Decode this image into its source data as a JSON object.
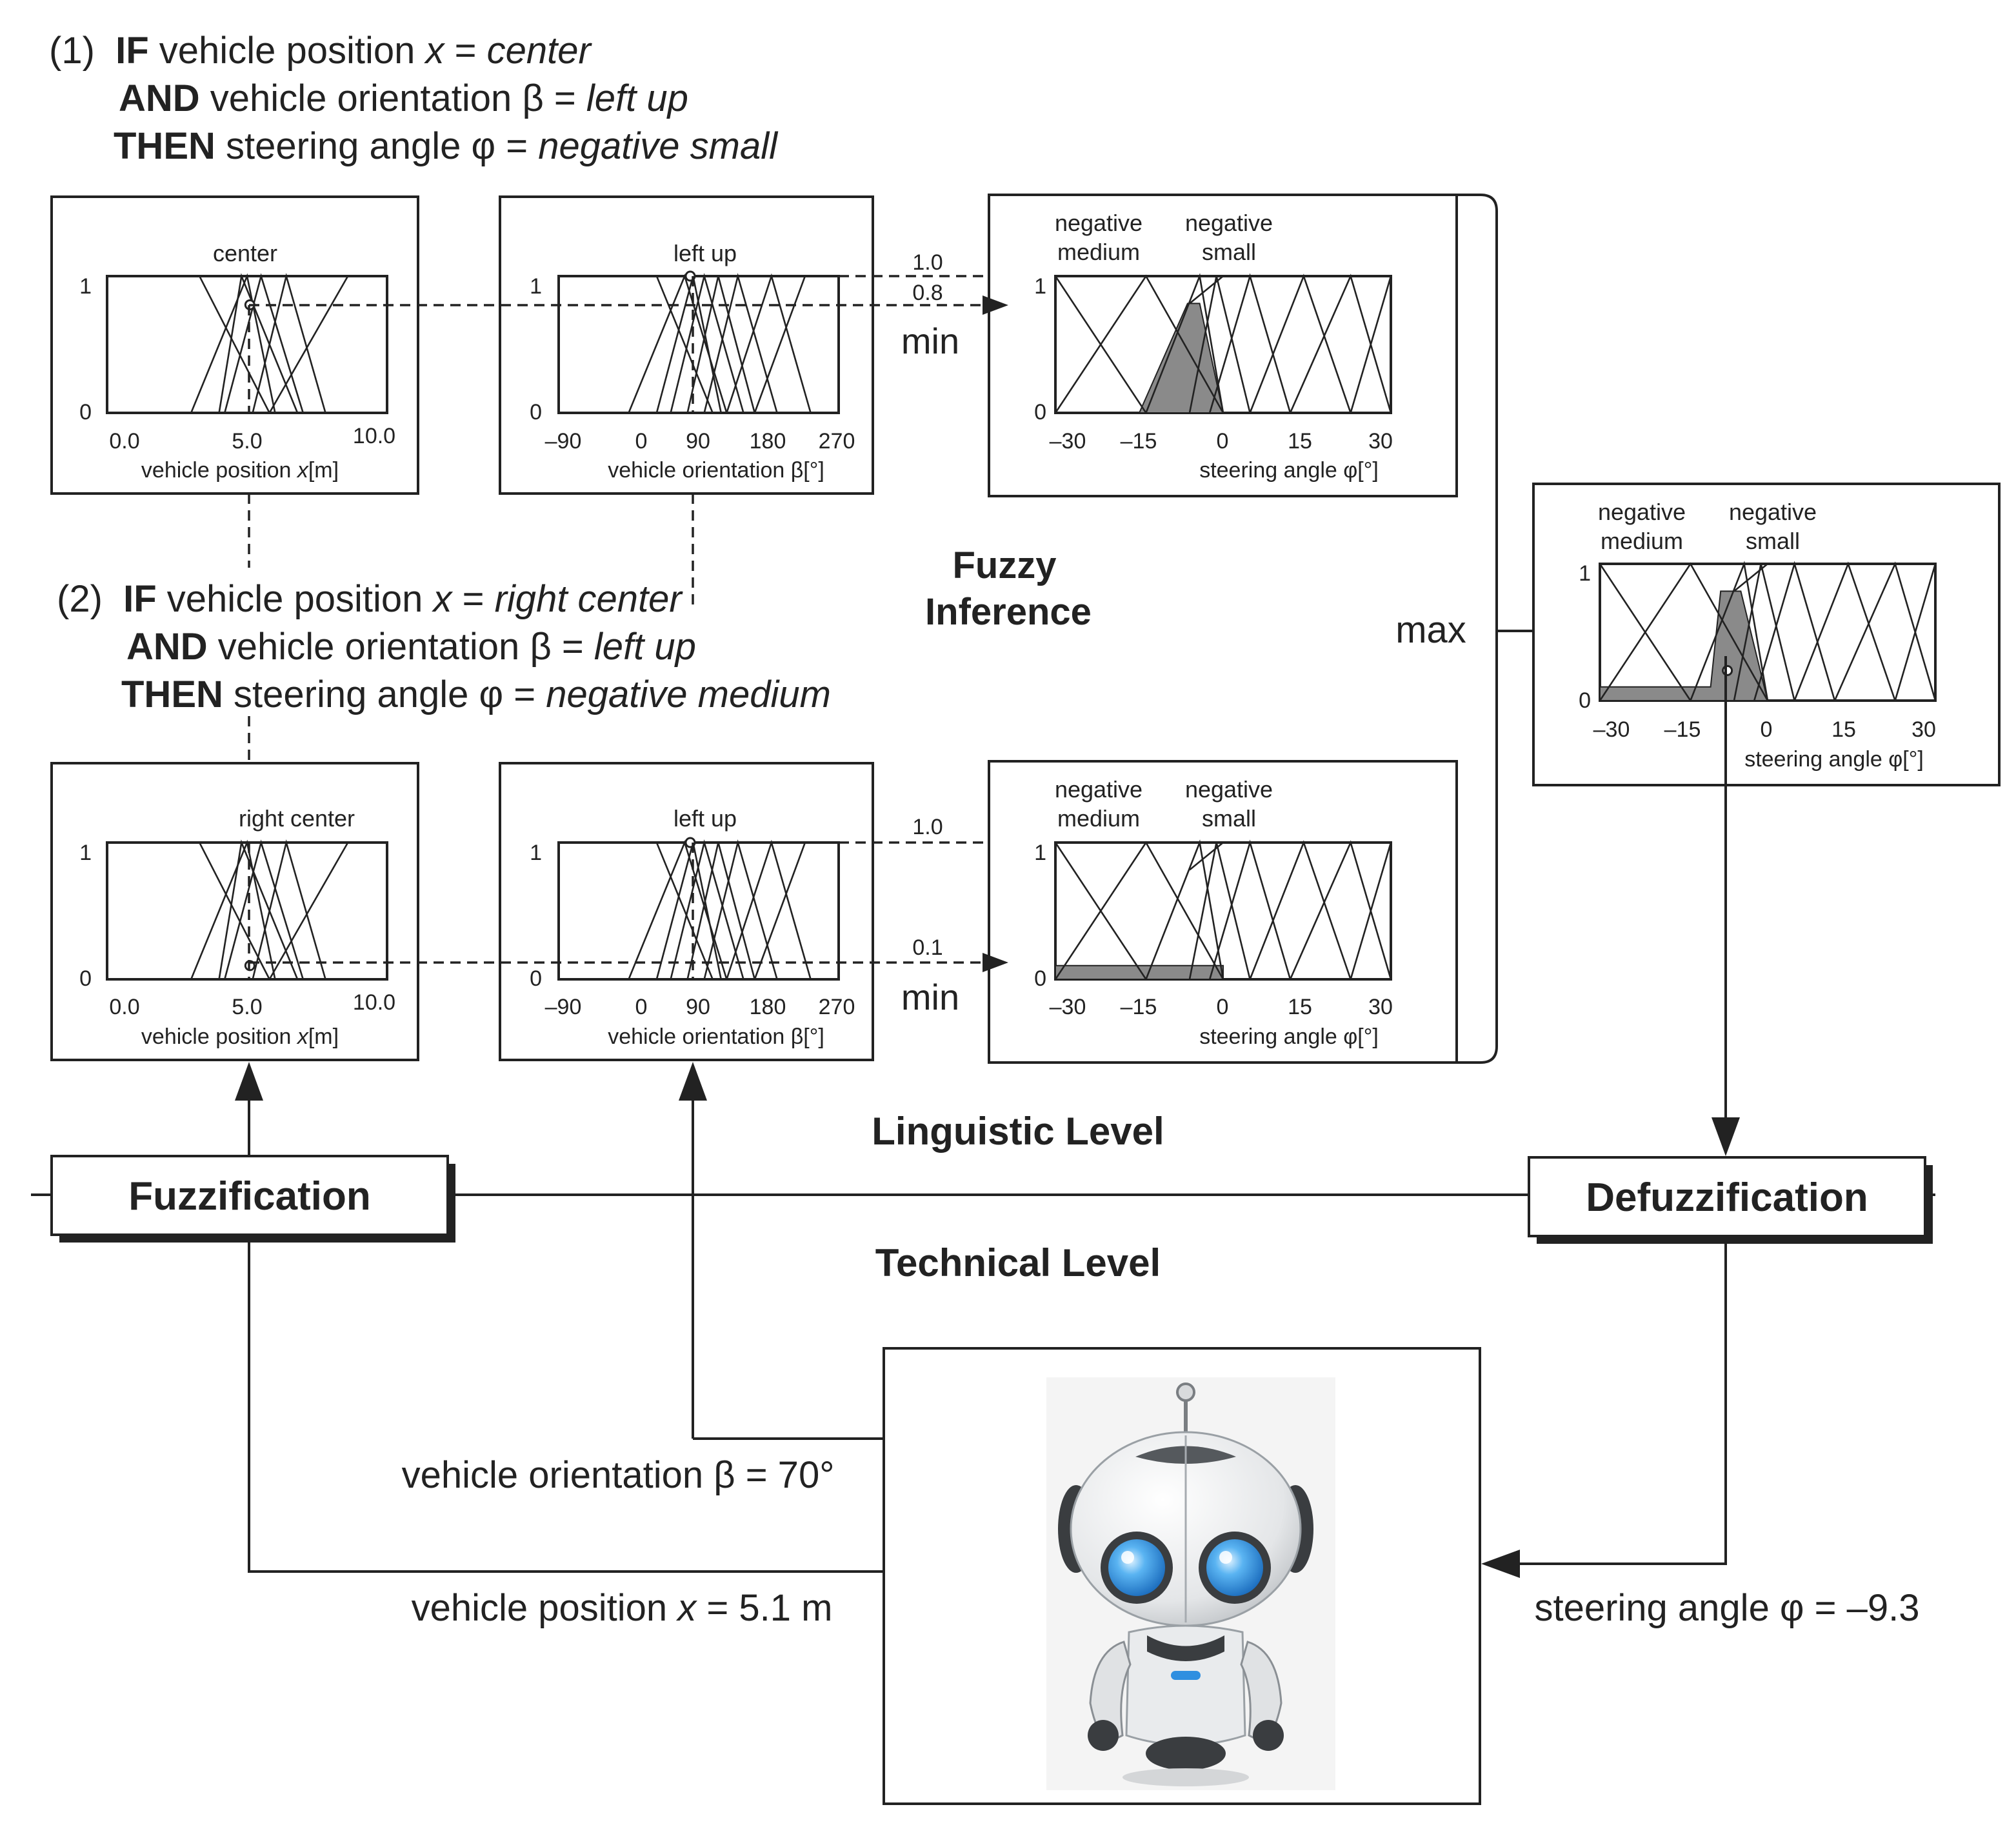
{
  "rules": [
    {
      "number": "(1)",
      "if_kw": "IF",
      "if_var": "vehicle position",
      "if_sym": "x",
      "if_val": "center",
      "and_kw": "AND",
      "and_var": "vehicle orientation",
      "and_sym": "β",
      "and_val": "left up",
      "then_kw": "THEN",
      "then_var": "steering angle",
      "then_sym": "φ",
      "then_val": "negative small"
    },
    {
      "number": "(2)",
      "if_kw": "IF",
      "if_var": "vehicle position",
      "if_sym": "x",
      "if_val": "right center",
      "and_kw": "AND",
      "and_var": "vehicle orientation",
      "and_sym": "β",
      "and_val": "left up",
      "then_kw": "THEN",
      "then_var": "steering angle",
      "then_sym": "φ",
      "then_val": "negative medium"
    }
  ],
  "panels": {
    "pos1": {
      "title": "center",
      "xlabel_a": "vehicle position ",
      "xlabel_sym": "x",
      "xlabel_b": "[m]",
      "ticks": [
        "0.0",
        "5.0",
        "10.0"
      ],
      "y1": "1",
      "y0": "0"
    },
    "ori1": {
      "title": "left up",
      "xlabel": "vehicle orientation β[°]",
      "ticks": [
        "–90",
        "0",
        "90",
        "180",
        "270"
      ],
      "y1": "1",
      "y0": "0"
    },
    "out1": {
      "title_a1": "negative",
      "title_a2": "medium",
      "title_b1": "negative",
      "title_b2": "small",
      "xlabel": "steering angle φ[°]",
      "ticks": [
        "–30",
        "–15",
        "0",
        "15",
        "30"
      ],
      "y1": "1",
      "y0": "0"
    },
    "pos2": {
      "title": "right center",
      "xlabel_a": "vehicle position ",
      "xlabel_sym": "x",
      "xlabel_b": "[m]",
      "ticks": [
        "0.0",
        "5.0",
        "10.0"
      ],
      "y1": "1",
      "y0": "0"
    },
    "ori2": {
      "title": "left up",
      "xlabel": "vehicle orientation β[°]",
      "ticks": [
        "–90",
        "0",
        "90",
        "180",
        "270"
      ],
      "y1": "1",
      "y0": "0"
    },
    "out2": {
      "title_a1": "negative",
      "title_a2": "medium",
      "title_b1": "negative",
      "title_b2": "small",
      "xlabel": "steering angle φ[°]",
      "ticks": [
        "–30",
        "–15",
        "0",
        "15",
        "30"
      ],
      "y1": "1",
      "y0": "0"
    },
    "agg": {
      "title_a1": "negative",
      "title_a2": "medium",
      "title_b1": "negative",
      "title_b2": "small",
      "xlabel": "steering angle  φ[°]",
      "ticks": [
        "–30",
        "–15",
        "0",
        "15",
        "30"
      ],
      "y1": "1",
      "y0": "0"
    }
  },
  "inference": {
    "rule1_value_a": "1.0",
    "rule1_value_b": "0.8",
    "rule2_value_a": "1.0",
    "rule2_value_b": "0.1",
    "min_label": "min",
    "max_label": "max",
    "title_line1": "Fuzzy",
    "title_line2": "Inference"
  },
  "rule_strengths": {
    "rule1": 0.8,
    "rule2": 0.1
  },
  "levels": {
    "linguistic": "Linguistic Level",
    "technical": "Technical Level"
  },
  "blocks": {
    "fuzzification": "Fuzzification",
    "defuzzification": "Defuzzification"
  },
  "signals": {
    "orientation": "vehicle orientation β = 70°",
    "position_a": "vehicle position ",
    "position_sym": "x",
    "position_b": " = 5.1 m",
    "steering": "steering angle φ = –9.3"
  },
  "colors": {
    "ink": "#222222",
    "fill": "#8a8a8a",
    "robot_eye": "#2f8fe0"
  },
  "icons": {
    "robot": "robot-icon"
  }
}
